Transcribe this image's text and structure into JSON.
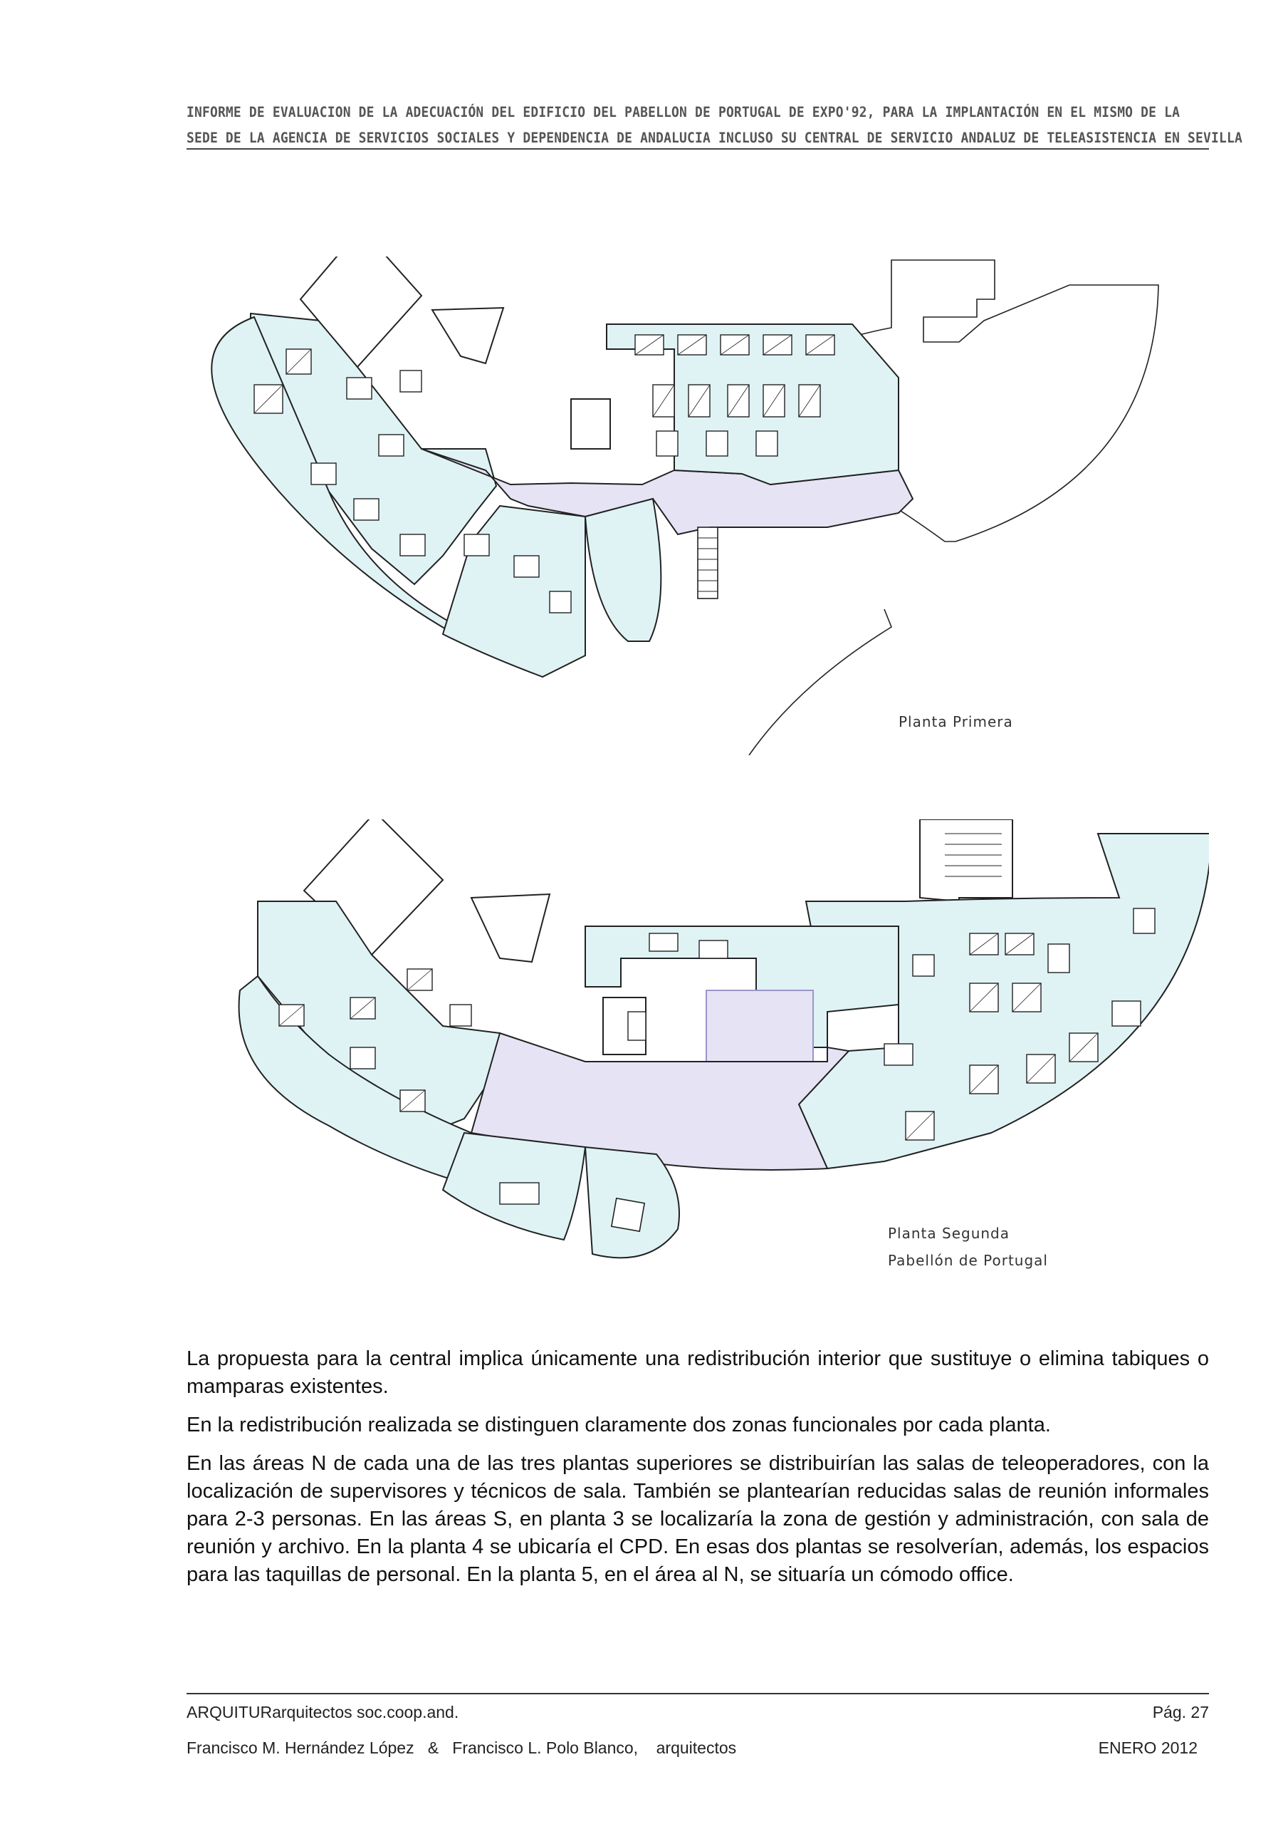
{
  "header": {
    "line1": "INFORME DE EVALUACION DE LA ADECUACIÓN DEL EDIFICIO DEL PABELLON DE PORTUGAL DE EXPO'92,  PARA LA IMPLANTACIÓN EN EL MISMO DE LA",
    "line2": "SEDE DE LA AGENCIA DE SERVICIOS SOCIALES Y DEPENDENCIA DE ANDALUCIA INCLUSO SU CENTRAL DE SERVICIO ANDALUZ DE TELEASISTENCIA EN SEVILLA"
  },
  "plans": {
    "first_label": "Planta Primera",
    "second_label": "Planta Segunda",
    "second_sublabel": "Pabellón de Portugal"
  },
  "body": {
    "p1": "La propuesta para la central implica únicamente una redistribución interior que sustituye o elimina tabiques o mamparas existentes.",
    "p2": "En la redistribución realizada se distinguen claramente dos zonas funcionales por cada planta.",
    "p3": "En las áreas N de cada una de las tres plantas superiores se distribuirían las salas de teleoperadores, con la localización de supervisores y técnicos de sala. También se plantearían reducidas salas de reunión informales para 2-3 personas. En las áreas S, en planta 3 se localizaría la zona de gestión y administración, con sala de reunión y archivo. En la planta 4 se ubicaría el CPD. En esas dos plantas se resolverían, además, los espacios para las taquillas de personal. En la planta 5, en el área al N, se situaría un cómodo office."
  },
  "footer": {
    "company": "ARQUITURarquitectos soc.coop.and.",
    "page_label": "Pág.  27",
    "authors": "Francisco M. Hernández López   &   Francisco L. Polo Blanco,    arquitectos",
    "date": "ENERO 2012"
  },
  "colors": {
    "office_fill": "#dff3f5",
    "circulation_fill": "#e6e3f5",
    "line": "#222222"
  }
}
